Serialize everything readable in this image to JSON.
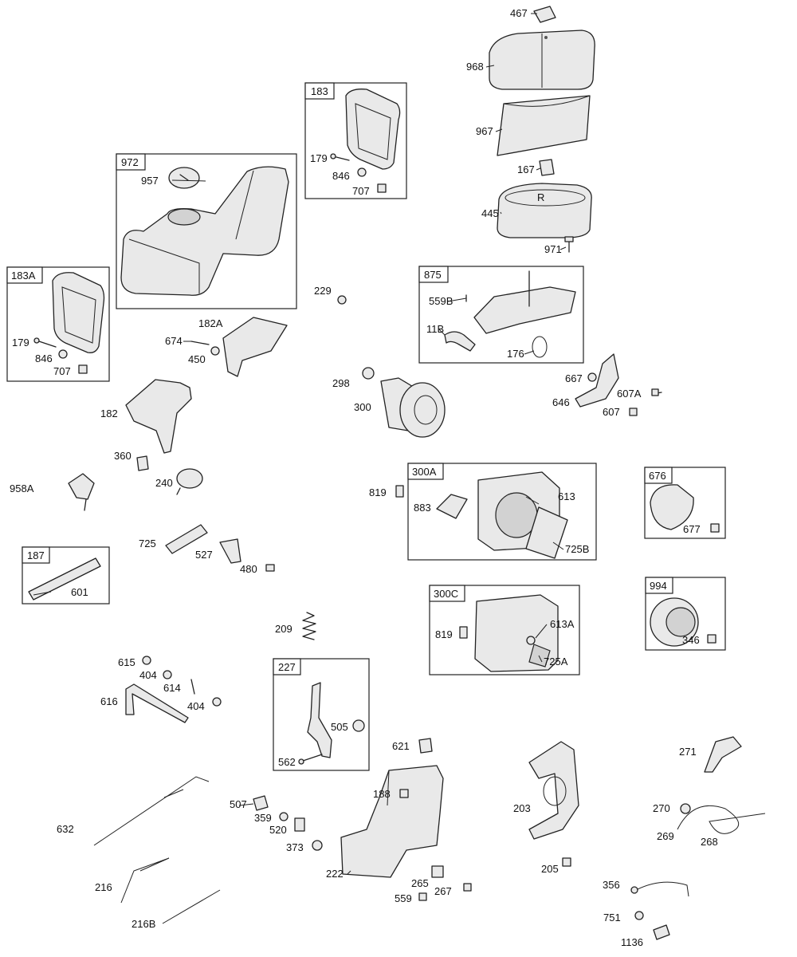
{
  "groups": [
    "972",
    "183",
    "183A",
    "875",
    "300A",
    "676",
    "994",
    "187",
    "300C",
    "227"
  ],
  "labels": [
    "467",
    "968",
    "967",
    "167",
    "445",
    "971",
    "179",
    "846",
    "707",
    "957",
    "229",
    "559B",
    "11B",
    "176",
    "179",
    "846",
    "707",
    "674",
    "450",
    "182A",
    "667",
    "607A",
    "646",
    "607",
    "298",
    "300",
    "182",
    "360",
    "240",
    "958A",
    "819",
    "883",
    "613",
    "725B",
    "677",
    "725",
    "527",
    "480",
    "601",
    "819",
    "613A",
    "725A",
    "346",
    "209",
    "615",
    "404",
    "614",
    "616",
    "404",
    "505",
    "562",
    "621",
    "271",
    "188",
    "203",
    "507",
    "359",
    "520",
    "373",
    "270",
    "269",
    "268",
    "632",
    "222",
    "205",
    "265",
    "267",
    "559",
    "216",
    "356",
    "216B",
    "751",
    "1136"
  ]
}
